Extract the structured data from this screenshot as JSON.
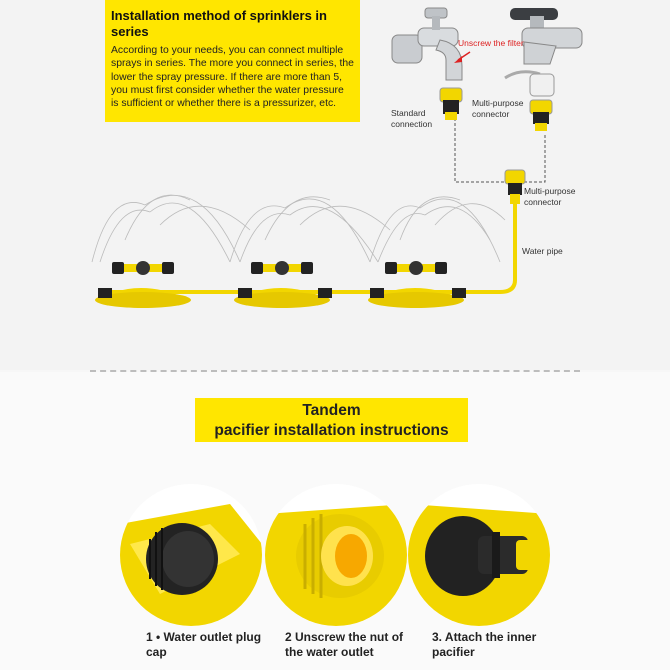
{
  "info_box": {
    "title": "Installation method of sprinklers in series",
    "body": "According to your needs, you can connect multiple sprays in series. The more you connect in series, the lower the spray pressure. If there are more than 5, you must first consider whether the water pressure is sufficient or whether there is a pressurizer, etc."
  },
  "diagram": {
    "unscrew_filter": "Unscrew the filter",
    "standard_connection": "Standard connection",
    "multi_purpose_connector_top": "Multi-purpose connector",
    "multi_purpose_connector_mid": "Multi-purpose connector",
    "water_pipe": "Water pipe"
  },
  "banner": {
    "line1": "Tandem",
    "line2": "pacifier installation instructions"
  },
  "steps": [
    {
      "label": "1 • Water outlet plug cap"
    },
    {
      "label": "2 Unscrew the nut of the water outlet"
    },
    {
      "label": "3. Attach the inner pacifier"
    }
  ],
  "colors": {
    "accent": "#ffe600",
    "product_yellow": "#f2d600",
    "dark": "#222222"
  }
}
